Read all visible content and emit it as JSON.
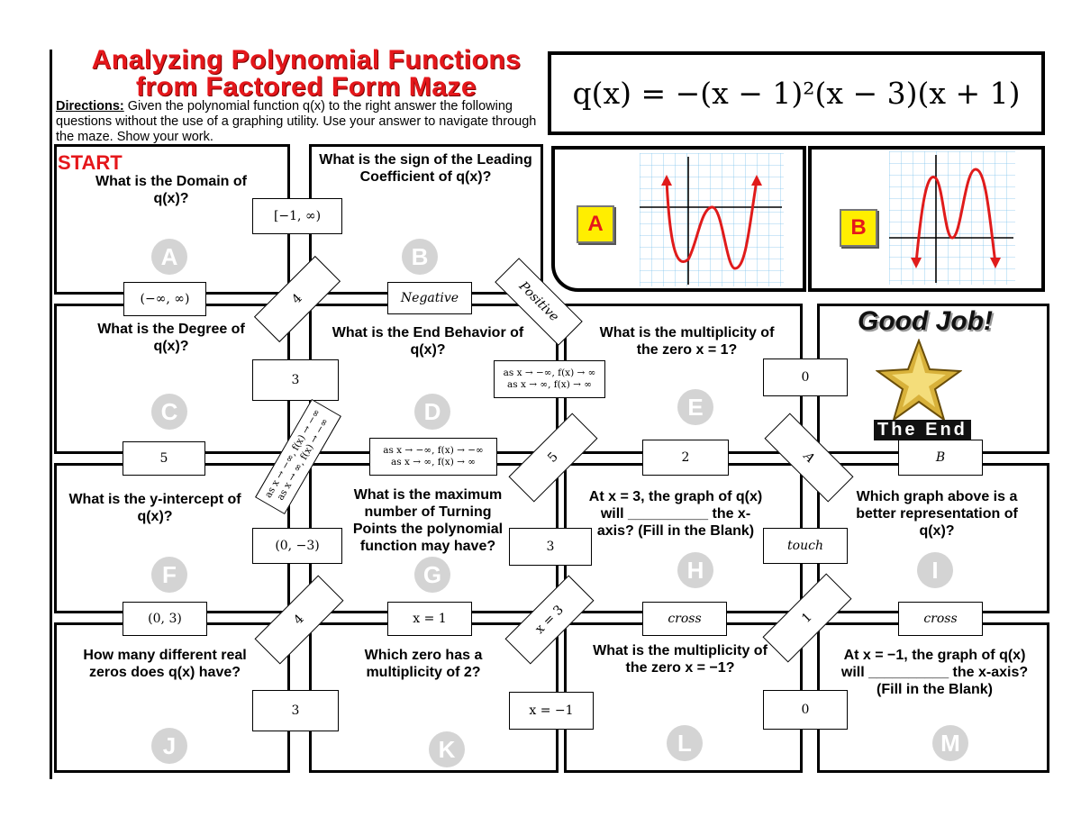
{
  "title": {
    "line1": "Analyzing Polynomial Functions",
    "line2": "from Factored Form Maze"
  },
  "directions": {
    "label": "Directions:",
    "text": "Given the polynomial function q(x) to the right answer the following questions without the use of a graphing utility.  Use your answer to navigate through the maze.  Show your work."
  },
  "formula": "q(x) = −(x − 1)²(x − 3)(x + 1)",
  "graphs": {
    "a_label": "A",
    "b_label": "B"
  },
  "start": "START",
  "cells": {
    "A": {
      "letter": "A",
      "question": "What is the Domain of q(x)?"
    },
    "B": {
      "letter": "B",
      "question": "What is the sign of the Leading Coefficient of q(x)?"
    },
    "C": {
      "letter": "C",
      "question": "What is the Degree of q(x)?"
    },
    "D": {
      "letter": "D",
      "question": "What is the End Behavior of q(x)?"
    },
    "E": {
      "letter": "E",
      "question": "What is the multiplicity of the zero x = 1?"
    },
    "F": {
      "letter": "F",
      "question": "What is the y-intercept of q(x)?"
    },
    "G": {
      "letter": "G",
      "question": "What is the maximum number of Turning Points the polynomial function may have?"
    },
    "H": {
      "letter": "H",
      "question": "At x = 3, the graph of q(x) will __________ the x-axis? (Fill in the Blank)"
    },
    "I": {
      "letter": "I",
      "question": "Which graph above is a better representation of q(x)?"
    },
    "J": {
      "letter": "J",
      "question": "How many different real zeros does q(x) have?"
    },
    "K": {
      "letter": "K",
      "question": "Which zero has a multiplicity of 2?"
    },
    "L": {
      "letter": "L",
      "question": "What is the multiplicity of the zero x = −1?"
    },
    "M": {
      "letter": "M",
      "question": "At x = −1, the graph of q(x) will __________ the x-axis? (Fill in the Blank)"
    }
  },
  "end": {
    "good_job": "Good Job!",
    "the_end": "The End"
  },
  "answers": {
    "a_b": "[−1, ∞)",
    "a_c": "(−∞, ∞)",
    "a_d_rot": "4",
    "b_d": "Negative",
    "b_e_rot": "Positive",
    "c_d": "3",
    "c_f": "5",
    "c_g_rot1": "as x → −∞, f(x) → −∞",
    "c_g_rot2": "as x → ∞, f(x) → −∞",
    "d_e1": "as x → −∞, f(x) → ∞",
    "d_e2": "as x → ∞, f(x) → ∞",
    "d_g1": "as x → −∞, f(x) → −∞",
    "d_g2": "as x → ∞, f(x) → ∞",
    "e_i": "0",
    "e_h": "2",
    "e_h_rot": "5",
    "h_i_rot": "A",
    "i_end": "B",
    "f_g": "(0, −3)",
    "f_j": "(0, 3)",
    "f_k_rot": "4",
    "g_h": "3",
    "g_k": "x = 1",
    "g_l_rot": "x = 3",
    "h_l": "cross",
    "h_i": "touch",
    "i_m_rot": "1",
    "i_m": "cross",
    "j_k": "3",
    "k_l": "x = −1",
    "l_m": "0"
  },
  "colors": {
    "title_red": "#e5171b",
    "curve_red": "#e01b1b",
    "badge_yellow": "#ffee00",
    "grid_blue": "#7fc4ee"
  }
}
